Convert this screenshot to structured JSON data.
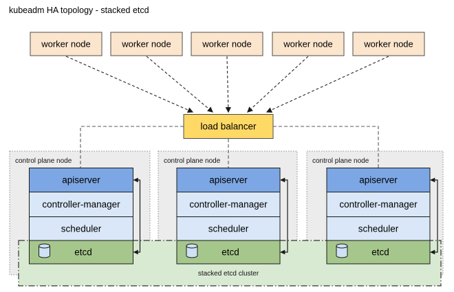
{
  "title": "kubeadm HA topology - stacked etcd",
  "worker_nodes": [
    {
      "label": "worker node"
    },
    {
      "label": "worker node"
    },
    {
      "label": "worker node"
    },
    {
      "label": "worker node"
    },
    {
      "label": "worker node"
    }
  ],
  "load_balancer": {
    "label": "load balancer"
  },
  "control_planes": [
    {
      "label": "control plane node",
      "components": [
        {
          "label": "apiserver"
        },
        {
          "label": "controller-manager"
        },
        {
          "label": "scheduler"
        },
        {
          "label": "etcd"
        }
      ]
    },
    {
      "label": "control plane node",
      "components": [
        {
          "label": "apiserver"
        },
        {
          "label": "controller-manager"
        },
        {
          "label": "scheduler"
        },
        {
          "label": "etcd"
        }
      ]
    },
    {
      "label": "control plane node",
      "components": [
        {
          "label": "apiserver"
        },
        {
          "label": "controller-manager"
        },
        {
          "label": "scheduler"
        },
        {
          "label": "etcd"
        }
      ]
    }
  ],
  "etcd_cluster": {
    "label": "stacked etcd cluster"
  },
  "colors": {
    "worker_fill": "#fce5cd",
    "load_balancer_fill": "#ffd966",
    "control_plane_fill": "#ececec",
    "apiserver_fill": "#7da7e4",
    "component_fill": "#d9e7f8",
    "etcd_fill": "#a6c78c",
    "etcd_cluster_fill": "#d9ead3",
    "db_icon_fill": "#cfe2f3"
  }
}
